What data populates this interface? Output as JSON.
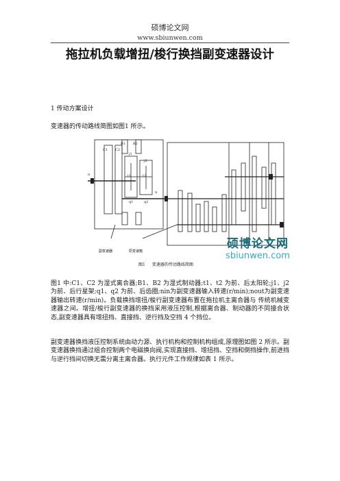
{
  "header": {
    "site_name": "硕博论文网",
    "site_url": "www.sbiunwen.com"
  },
  "title": "拖拉机负载增扭/梭行换挡副变速器设计",
  "section": {
    "heading": "1 传动方案设计",
    "intro": "变速器的传动路线简图如图1 所示。"
  },
  "figure": {
    "labels": {
      "b1": "B1",
      "b2": "B2",
      "c1": "C1",
      "c2": "C2",
      "j1": "j1",
      "j2": "j2",
      "t1": "t1",
      "t2": "t2",
      "q1": "q1",
      "q2": "q2",
      "nin": "n",
      "nout": "n",
      "aux": "副变速器",
      "main": "原变速箱"
    },
    "caption_num": "图1",
    "caption_text": "变速器的传动路线简图"
  },
  "watermark": {
    "cn": "硕博论文网",
    "en": "sbiunwen.com"
  },
  "paragraphs": [
    "图1 中:C1、C2 为湿式离合器;B1、B2 为湿式制动器;t1、t2 为前、后太阳轮;j1、j2 为前、后行星架;q1、q2 为前、后齿圈;nin为副变速器输入转速(r/min);nout为副变速器输出转速(r/min)。负载换挡增扭/梭行副变速器布置在拖拉机主离合器与 传统机械变速器之间。增扭/梭行副变速器的换挡采用液压控制,根据离合器、制动器的不同接合状态,副变速器具有增扭挡、直接挡、逆行挡及空挡 4 个挡位。",
    "副变速器换挡液压控制系统由动力源、执行机构和控制机构组成,原理图如图 2 所示。副变速器换挡通过组合控制两个电磁换向阀,实现直接挡、增扭挡、空挡和倒挡操作,前进挡与逆行挡间切换无需分离主离合器。执行元件工作规律如表 1 所示。"
  ]
}
